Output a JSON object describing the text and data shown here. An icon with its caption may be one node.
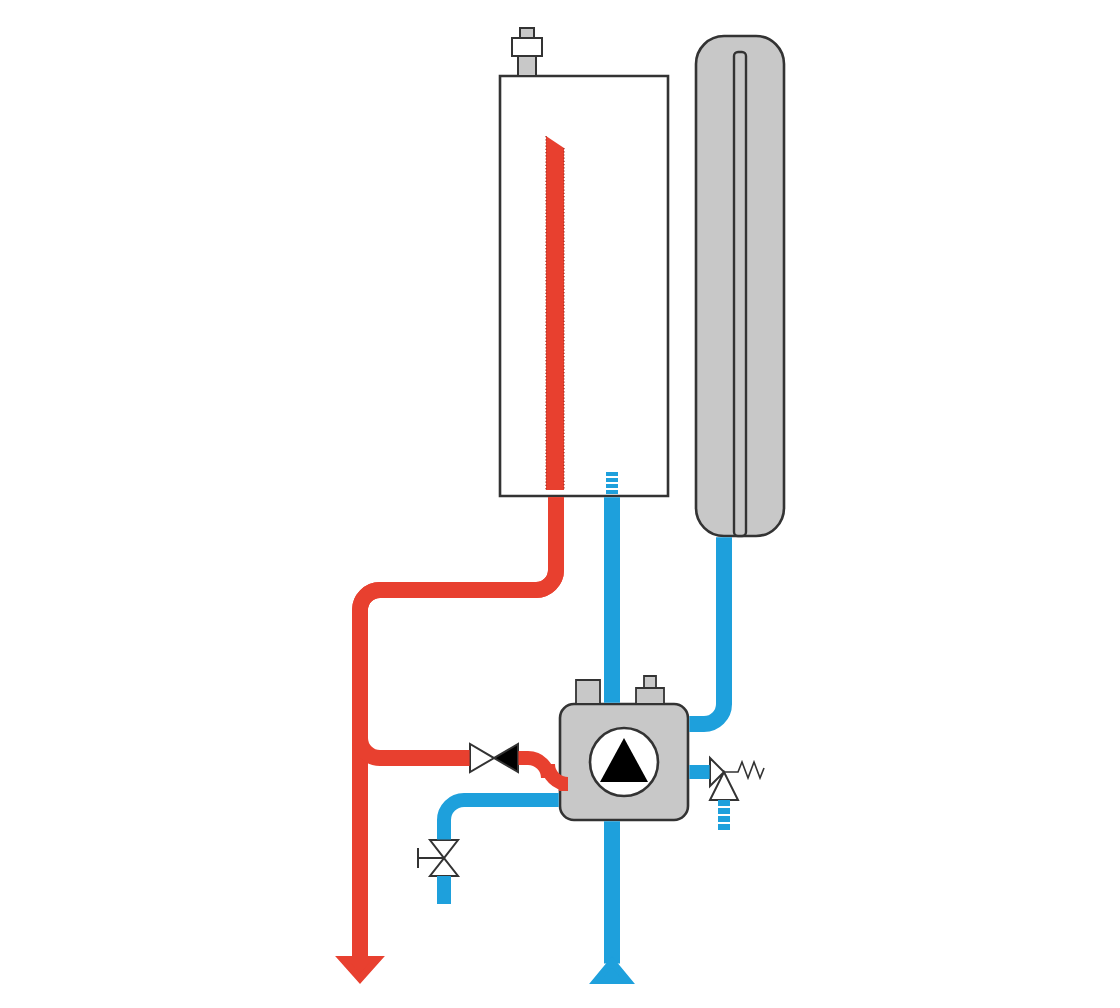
{
  "diagram": {
    "nodes": [
      {
        "text": [],
        "shape": "box"
      },
      {
        "text": [],
        "shape": "cylinder"
      },
      {
        "text": [],
        "shape": "box"
      },
      {
        "text": [],
        "shape": "valve"
      },
      {
        "text": [],
        "shape": "valve"
      },
      {
        "text": [],
        "shape": "valve"
      }
    ],
    "edges": [
      {
        "from": 0,
        "to": null,
        "arrow": "to",
        "color": "#e8402f"
      },
      {
        "from": 2,
        "to": 0,
        "arrow": "none"
      },
      {
        "from": 1,
        "to": 2,
        "arrow": "none"
      },
      {
        "from": null,
        "to": 2,
        "arrow": "to"
      },
      {
        "from": 0,
        "to": 3,
        "arrow": "none",
        "color": "#e8402f"
      },
      {
        "from": 3,
        "to": 2,
        "arrow": "none",
        "color": "#e8402f"
      },
      {
        "from": 2,
        "to": 4,
        "arrow": "none"
      },
      {
        "from": 2,
        "to": 5,
        "arrow": "none"
      }
    ]
  }
}
